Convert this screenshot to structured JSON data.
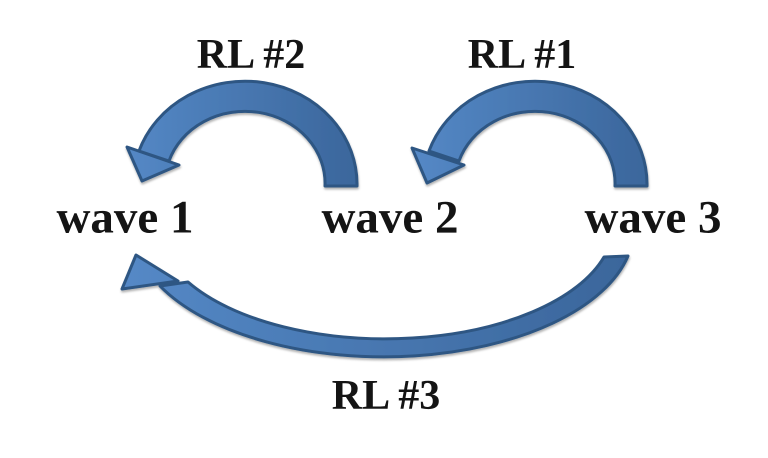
{
  "diagram": {
    "nodes": [
      {
        "id": "wave-1",
        "label": "wave 1"
      },
      {
        "id": "wave-2",
        "label": "wave 2"
      },
      {
        "id": "wave-3",
        "label": "wave 3"
      }
    ],
    "relations": [
      {
        "id": "rl-1",
        "label": "RL #1",
        "from": "wave 3",
        "to": "wave 2"
      },
      {
        "id": "rl-2",
        "label": "RL #2",
        "from": "wave 2",
        "to": "wave 1"
      },
      {
        "id": "rl-3",
        "label": "RL #3",
        "from": "wave 3",
        "to": "wave 1"
      }
    ],
    "colors": {
      "arrow_fill_light": "#5589c7",
      "arrow_fill_dark": "#3a659a",
      "arrow_stroke": "#2e5783",
      "text": "#141414",
      "background": "#ffffff"
    }
  }
}
